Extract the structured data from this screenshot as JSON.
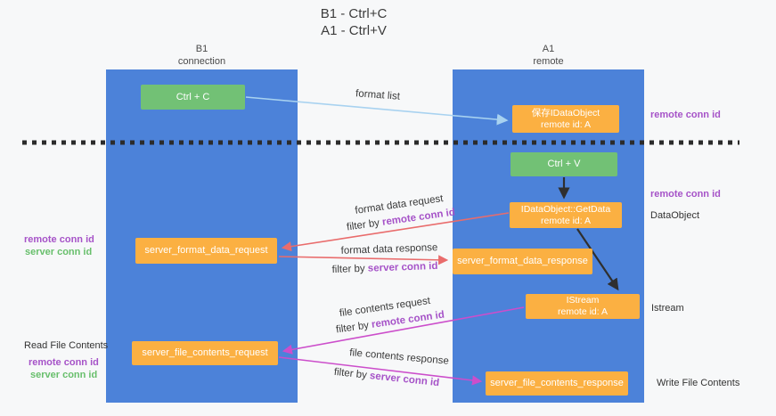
{
  "title": {
    "line1": "B1 - Ctrl+C",
    "line2": "A1 - Ctrl+V"
  },
  "columns": {
    "left": {
      "name": "B1",
      "role": "connection"
    },
    "right": {
      "name": "A1",
      "role": "remote"
    }
  },
  "nodes": {
    "ctrl_c": {
      "label": "Ctrl + C"
    },
    "ctrl_v": {
      "label": "Ctrl + V"
    },
    "save_idataobject": {
      "line1": "保存IDataObject",
      "line2": "remote id: A"
    },
    "idataobject_getdata": {
      "line1": "IDataObject::GetData",
      "line2": "remote id: A"
    },
    "istream": {
      "line1": "IStream",
      "line2": "remote id: A"
    },
    "server_format_data_request": {
      "label": "server_format_data_request"
    },
    "server_format_data_response": {
      "label": "server_format_data_response"
    },
    "server_file_contents_request": {
      "label": "server_file_contents_request"
    },
    "server_file_contents_response": {
      "label": "server_file_contents_response"
    }
  },
  "arrow_labels": {
    "format_list": "format list",
    "format_data_request": "format data request",
    "format_data_response": "format data response",
    "file_contents_request": "file contents request",
    "file_contents_response": "file contents response",
    "filter_by": "filter by ",
    "remote_conn_id": "remote conn id",
    "server_conn_id": "server conn id"
  },
  "side_labels": {
    "right_remote_conn_id_top": "remote conn id",
    "right_remote_conn_id_mid": "remote conn id",
    "dataobject": "DataObject",
    "istream": "Istream",
    "write_file_contents": "Write File Contents",
    "read_file_contents": "Read File Contents",
    "left_remote_conn_id_1": "remote conn id",
    "left_server_conn_id_1": "server conn id",
    "left_remote_conn_id_2": "remote conn id",
    "left_server_conn_id_2": "server conn id"
  },
  "colors": {
    "column_blue": "#4c82d9",
    "box_orange": "#fbb042",
    "box_green": "#72c175",
    "arrow_red": "#e96c6c",
    "arrow_magenta": "#cc4ecb",
    "arrow_light_blue": "#a8d2f0",
    "arrow_black": "#2f2f2f",
    "text_purple": "#a653c8",
    "text_green": "#68bf6c",
    "background": "#f7f8f9"
  }
}
